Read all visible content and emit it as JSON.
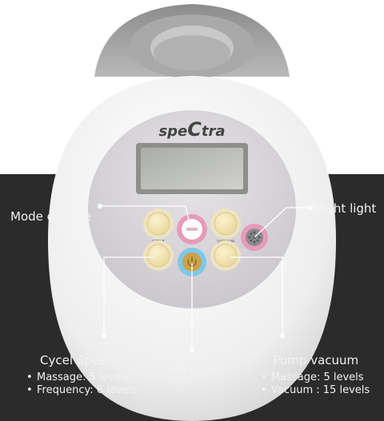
{
  "brand": {
    "prefix": "spe",
    "mid": "C",
    "suffix": "tra"
  },
  "panel": {
    "cycle_label": "CYCLE",
    "vacuum_label": "VACUUM"
  },
  "callouts": {
    "mode_change": "Mode change",
    "night_light": "Night light",
    "on_off": "On / Off",
    "cycle_speed": {
      "title": "Cycel Speed",
      "items": [
        "Massage: 5 levels",
        "Frequency: 6 levels"
      ]
    },
    "pump_vacuum": {
      "title": "Pump vacuum",
      "items": [
        "Massage: 5 levels",
        "Vacuum : 15 levels"
      ]
    }
  },
  "colors": {
    "background_dark": "#2b2b2b",
    "button_cream": "#f3e6b8",
    "mode_ring": "#e89ab9",
    "power_ring": "#7cc8ea",
    "power_center": "#c9a24a"
  }
}
